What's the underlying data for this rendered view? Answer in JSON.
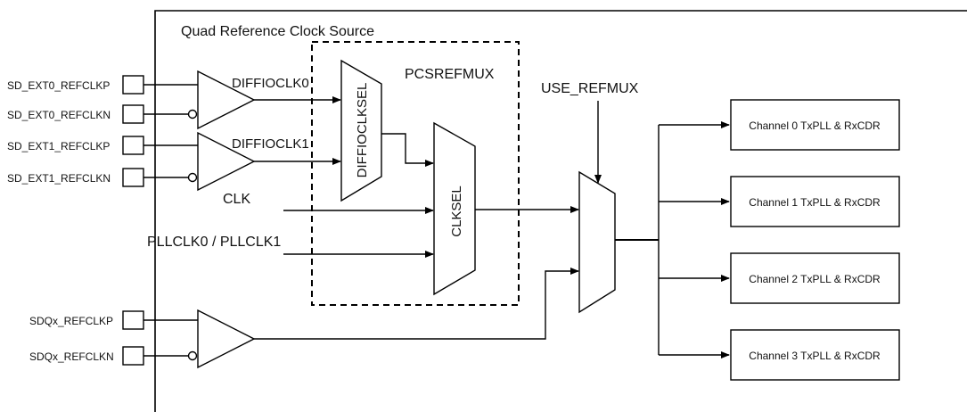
{
  "title": "Quad Reference Clock Source",
  "pins": {
    "ext0p": "SD_EXT0_REFCLKP",
    "ext0n": "SD_EXT0_REFCLKN",
    "ext1p": "SD_EXT1_REFCLKP",
    "ext1n": "SD_EXT1_REFCLKN",
    "sdqp": "SDQx_REFCLKP",
    "sdqn": "SDQx_REFCLKN"
  },
  "signals": {
    "diffioclk0": "DIFFIOCLK0",
    "diffioclk1": "DIFFIOCLK1",
    "clk": "CLK",
    "pllclk": "PLLCLK0 / PLLCLK1",
    "use_refmux": "USE_REFMUX"
  },
  "blocks": {
    "pcsrefmux": "PCSREFMUX",
    "diffioclksel": "DIFFIOCLKSEL",
    "clksel": "CLKSEL"
  },
  "channels": [
    "Channel 0 TxPLL & RxCDR",
    "Channel 1 TxPLL & RxCDR",
    "Channel 2 TxPLL & RxCDR",
    "Channel 3 TxPLL & RxCDR"
  ]
}
